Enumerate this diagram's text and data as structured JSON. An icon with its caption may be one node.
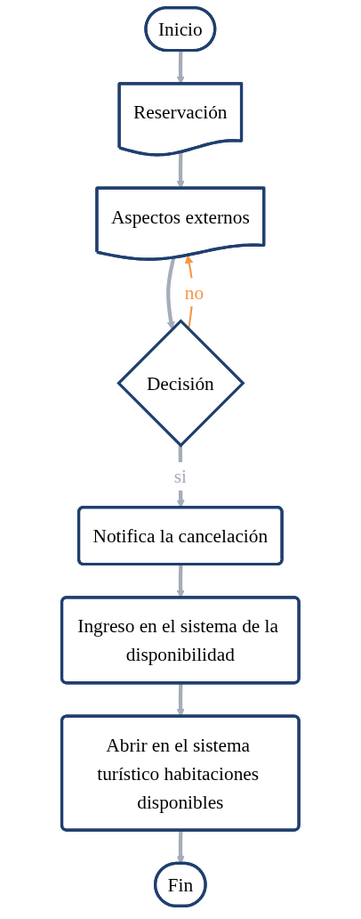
{
  "diagram": {
    "nodes": [
      {
        "text": [
          "Inicio"
        ]
      },
      {
        "text": [
          "Reservación"
        ]
      },
      {
        "text": [
          "Aspectos externos"
        ]
      },
      {
        "text": [
          "Decisión"
        ]
      },
      {
        "text": [
          "Notifica la cancelación"
        ]
      },
      {
        "text": [
          "Ingreso en el sistema de la disponibilidad"
        ]
      },
      {
        "text": [
          "Abrir en el sistema turístico habitaciones disponibles"
        ]
      },
      {
        "text": [
          "Fin"
        ]
      }
    ],
    "edges": [
      {
        "from": 0,
        "to": 1,
        "arrow": "to"
      },
      {
        "from": 1,
        "to": 2,
        "arrow": "to"
      },
      {
        "from": 2,
        "to": 3,
        "arrow": "to"
      },
      {
        "from": 3,
        "to": 4,
        "arrow": "to",
        "label": "si"
      },
      {
        "from": 4,
        "to": 5,
        "arrow": "to"
      },
      {
        "from": 5,
        "to": 6,
        "arrow": "to"
      },
      {
        "from": 6,
        "to": 7,
        "arrow": "to"
      },
      {
        "from": 3,
        "to": 2,
        "arrow": "to",
        "label": "no",
        "color": "#f79646"
      }
    ]
  }
}
